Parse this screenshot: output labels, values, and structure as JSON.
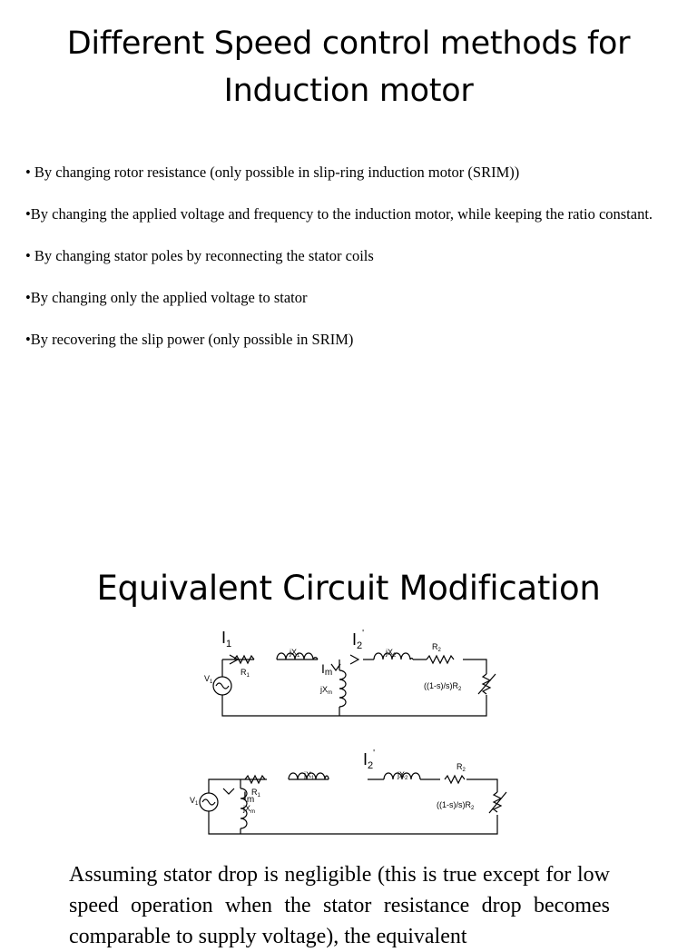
{
  "slide1": {
    "title_line1": "Different Speed control methods for",
    "title_line2": "Induction motor",
    "bullets": [
      "• By changing rotor resistance (only possible in slip-ring induction motor (SRIM))",
      "•By changing the applied voltage and frequency to the induction motor, while keeping the ratio constant.",
      "• By changing stator poles by reconnecting the stator coils",
      "•By changing only the applied voltage to stator",
      "•By recovering the slip power (only possible in SRIM)"
    ]
  },
  "slide2": {
    "title": "Equivalent Circuit Modification",
    "circuit1": {
      "i1": "I",
      "i1_sub": "1",
      "i2": "I",
      "i2_sub": "2",
      "prime": "'",
      "im": "I",
      "im_sub": "m",
      "jx1": "jX",
      "jx1_sub": "1",
      "jx2": "jX",
      "jx2_sub": "2",
      "r1": "R",
      "r1_sub": "1",
      "r2": "R",
      "r2_sub": "2",
      "v1": "V",
      "v1_sub": "1",
      "jxm": "jX",
      "jxm_sub": "m",
      "load": "((1-s)/s)R",
      "load_sub": "2"
    },
    "circuit2": {
      "i2": "I",
      "i2_sub": "2",
      "prime": "'",
      "im": "I",
      "im_sub": "m",
      "jx1": "jX",
      "jx1_sub": "1",
      "jx2": "jX",
      "jx2_sub": "2",
      "r1": "R",
      "r1_sub": "1",
      "r2": "R",
      "r2_sub": "2",
      "v1": "V",
      "v1_sub": "1",
      "jxm": "jX",
      "jxm_sub": "m",
      "load": "((1-s)/s)R",
      "load_sub": "2"
    },
    "paragraph": "Assuming stator drop is negligible (this is true except for low speed operation when the stator resistance drop becomes comparable to supply voltage), the equivalent"
  }
}
